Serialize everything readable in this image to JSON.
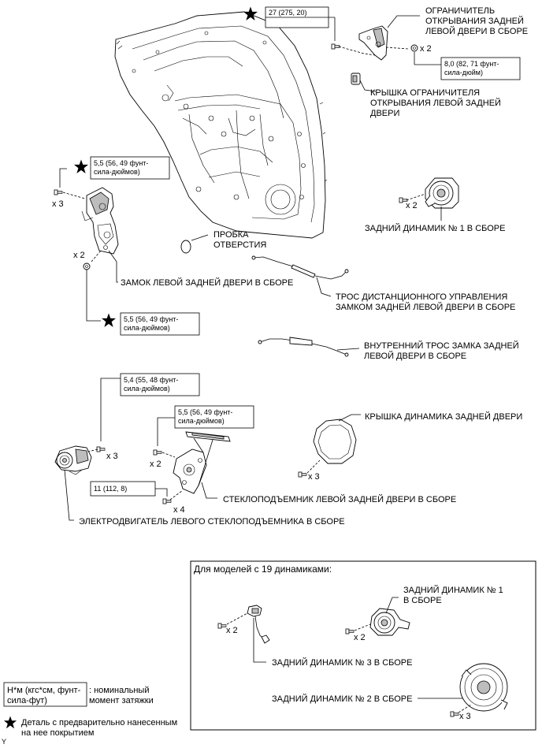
{
  "labels": {
    "stopper_assy": [
      "ОГРАНИЧИТЕЛЬ",
      "ОТКРЫВАНИЯ ЗАДНЕЙ",
      "ЛЕВОЙ ДВЕРИ В СБОРЕ"
    ],
    "stopper_cover": [
      "КРЫШКА ОГРАНИЧИТЕЛЯ",
      "ОТКРЫВАНИЯ ЛЕВОЙ ЗАДНЕЙ",
      "ДВЕРИ"
    ],
    "rear_speaker_1": [
      "ЗАДНИЙ ДИНАМИК № 1 В СБОРЕ"
    ],
    "hole_plug": [
      "ПРОБКА",
      "ОТВЕРСТИЯ"
    ],
    "door_lock": [
      "ЗАМОК ЛЕВОЙ ЗАДНЕЙ ДВЕРИ В СБОРЕ"
    ],
    "remote_cable": [
      "ТРОС ДИСТАНЦИОННОГО УПРАВЛЕНИЯ",
      "ЗАМКОМ ЗАДНЕЙ ЛЕВОЙ ДВЕРИ В СБОРЕ"
    ],
    "inside_cable": [
      "ВНУТРЕННИЙ ТРОС ЗАМКА ЗАДНЕЙ",
      "ЛЕВОЙ ДВЕРИ В СБОРЕ"
    ],
    "speaker_cover": [
      "КРЫШКА ДИНАМИКА ЗАДНЕЙ ДВЕРИ"
    ],
    "regulator": [
      "СТЕКЛОПОДЪЕМНИК ЛЕВОЙ ЗАДНЕЙ ДВЕРИ В СБОРЕ"
    ],
    "motor": [
      "ЭЛЕКТРОДВИГАТЕЛЬ ЛЕВОГО СТЕКЛОПОДЪЕМНИКА В СБОРЕ"
    ],
    "inset_speaker_1": [
      "ЗАДНИЙ ДИНАМИК № 1",
      "В СБОРЕ"
    ],
    "inset_speaker_3": [
      "ЗАДНИЙ ДИНАМИК № 3 В СБОРЕ"
    ],
    "inset_speaker_2": [
      "ЗАДНИЙ ДИНАМИК № 2 В СБОРЕ"
    ]
  },
  "torques": {
    "stopper_bolt": [
      "27 (275, 20)"
    ],
    "stopper_nut": [
      "8,0 (82, 71 фунт-",
      "сила-дюйм)"
    ],
    "lock_screw_top": [
      "5,5 (56, 49 фунт-",
      "сила-дюймов)"
    ],
    "lock_screw_bottom": [
      "5,5 (56, 49 фунт-",
      "сила-дюймов)"
    ],
    "motor_bolt": [
      "5,4 (55, 48 фунт-",
      "сила-дюймов)"
    ],
    "regulator_bolt_top": [
      "5,5 (56, 49 фунт-",
      "сила-дюймов)"
    ],
    "regulator_bolt_bottom": [
      "11 (112, 8)"
    ]
  },
  "quantities": {
    "stopper_nut": "x 2",
    "speaker_1": "x 2",
    "lock_top": "x 3",
    "lock_bottom": "x 2",
    "motor": "x 3",
    "regulator_top": "x 2",
    "regulator_bottom": "x 4",
    "speaker_cover": "x 3",
    "inset_speaker_3": "x 2",
    "inset_speaker_1": "x 2",
    "inset_speaker_2": "x 3"
  },
  "inset": {
    "title": "Для моделей с 19 динамиками:"
  },
  "legend": {
    "torque_box": [
      "Н*м (кгс*см, фунт-",
      "сила-фут)"
    ],
    "torque_desc": [
      ": номинальный",
      "момент затяжки"
    ],
    "star_desc": [
      "Деталь с предварительно нанесенным",
      "на нее покрытием"
    ]
  },
  "corner_mark": "Y"
}
